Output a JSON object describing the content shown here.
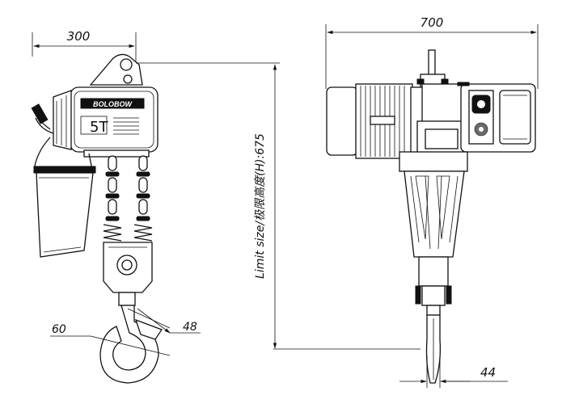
{
  "side_view": {
    "dim_width": "300",
    "dim_hook_opening": "60",
    "dim_hook_throat": "48",
    "body_label": "5T",
    "brand_label": "BOLOBOW"
  },
  "front_view": {
    "dim_width": "700",
    "dim_hook_thickness": "44"
  },
  "limit_size": {
    "label": "Limit size/极限高度(H):675"
  },
  "colors": {
    "line": "#111111",
    "background": "#ffffff"
  }
}
